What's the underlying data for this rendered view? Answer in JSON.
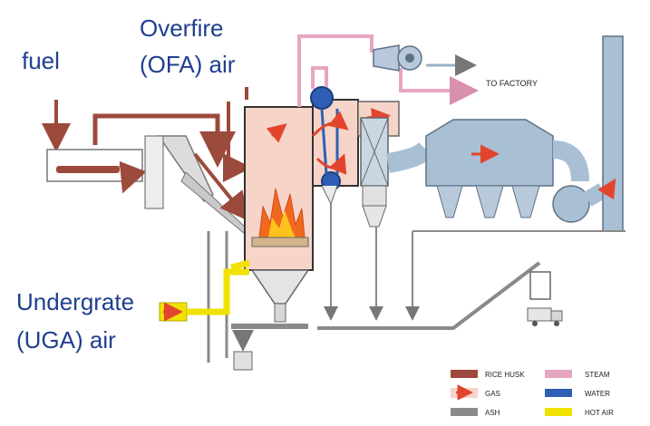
{
  "labels": {
    "fuel": "fuel",
    "ofa_line1": "Overfire",
    "ofa_line2": "(OFA) air",
    "uga_line1": "Undergrate",
    "uga_line2": "(UGA) air",
    "to_factory": "TO FACTORY"
  },
  "legend": {
    "items": [
      {
        "label": "RICE HUSK",
        "color": "#9c4a3c",
        "icon": "rice-husk-swatch"
      },
      {
        "label": "STEAM",
        "color": "#e6a6c1",
        "icon": "steam-swatch"
      },
      {
        "label": "GAS",
        "color": "#f6d5c8",
        "icon": "gas-arrow-swatch"
      },
      {
        "label": "WATER",
        "color": "#2e5fb5",
        "icon": "water-swatch"
      },
      {
        "label": "ASH",
        "color": "#8a8a8a",
        "icon": "ash-swatch"
      },
      {
        "label": "HOT AIR",
        "color": "#f0e100",
        "icon": "hot-air-swatch"
      }
    ]
  },
  "colors": {
    "rice_husk": "#9c4a3c",
    "steam": "#e6a6c1",
    "gas": "#f6d5c8",
    "gas_arrow": "#e2452d",
    "water": "#2e5fb5",
    "ash": "#8a8a8a",
    "hot_air": "#f0e100",
    "equipment": "#a9bfd4",
    "label_blue": "#1f3f8f"
  }
}
